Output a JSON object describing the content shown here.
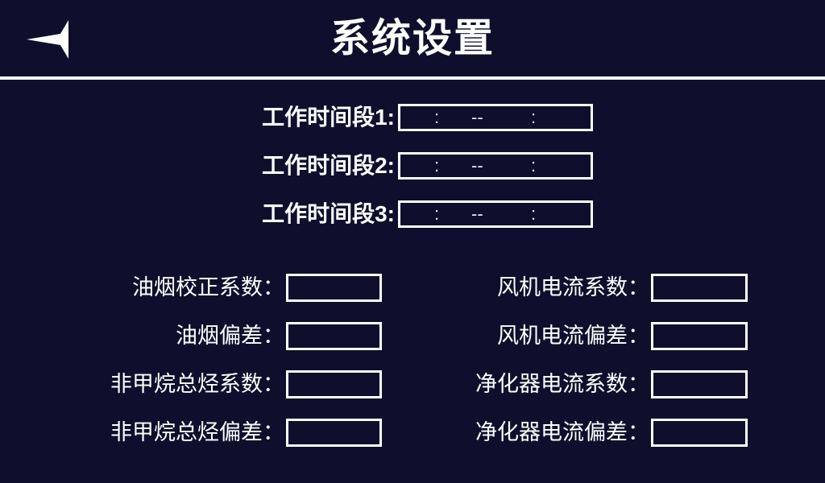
{
  "header": {
    "title": "系统设置",
    "back_icon": "back-arrow-icon"
  },
  "time_section": {
    "rows": [
      {
        "label": "工作时间段1:",
        "start_value": ":",
        "separator": "--",
        "end_value": ":"
      },
      {
        "label": "工作时间段2:",
        "start_value": ":",
        "separator": "--",
        "end_value": ":"
      },
      {
        "label": "工作时间段3:",
        "start_value": ":",
        "separator": "--",
        "end_value": ":"
      }
    ]
  },
  "coefficient_section": {
    "rows": [
      {
        "left": {
          "label": "油烟校正系数：",
          "value": ""
        },
        "right": {
          "label": "风机电流系数：",
          "value": ""
        }
      },
      {
        "left": {
          "label": "油烟偏差：",
          "value": ""
        },
        "right": {
          "label": "风机电流偏差：",
          "value": ""
        }
      },
      {
        "left": {
          "label": "非甲烷总烃系数：",
          "value": ""
        },
        "right": {
          "label": "净化器电流系数：",
          "value": ""
        }
      },
      {
        "left": {
          "label": "非甲烷总烃偏差：",
          "value": ""
        },
        "right": {
          "label": "净化器电流偏差：",
          "value": ""
        }
      }
    ]
  },
  "colors": {
    "background": "#0f0f2d",
    "foreground": "#ffffff",
    "border": "#ffffff"
  }
}
